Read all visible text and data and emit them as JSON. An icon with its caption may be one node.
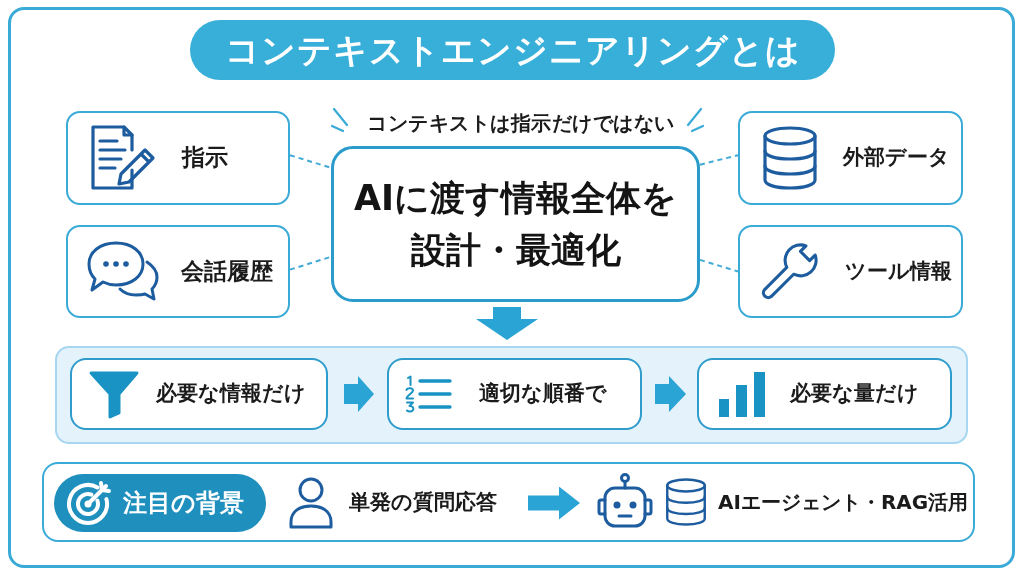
{
  "diagram": {
    "title": "コンテキストエンジニアリングとは",
    "nodes": [
      {
        "text": [
          "指示"
        ]
      },
      {
        "text": [
          "会話履歴"
        ]
      },
      {
        "text": [
          "AIに渡す情報全体を設計・最適化"
        ],
        "beside": [
          "コンテキストは指示だけではない"
        ]
      },
      {
        "text": [
          "外部データ"
        ]
      },
      {
        "text": [
          "ツール情報"
        ]
      },
      {
        "text": [],
        "shape": "box"
      },
      {
        "text": [
          "必要な情報だけ"
        ],
        "in": 5
      },
      {
        "text": [
          "適切な順番で"
        ],
        "in": 5
      },
      {
        "text": [
          "必要な量だけ"
        ],
        "in": 5
      },
      {
        "text": [],
        "shape": "box"
      },
      {
        "text": [
          "注目の背景"
        ],
        "in": 9
      },
      {
        "text": [
          "単発の質問応答"
        ],
        "in": 9
      },
      {
        "text": [
          "AIエージェント・RAG活用"
        ],
        "in": 9
      }
    ],
    "edges": [
      {
        "from": 0,
        "to": 2,
        "arrow": "none",
        "style": "dashed"
      },
      {
        "from": 1,
        "to": 2,
        "arrow": "none",
        "style": "dashed"
      },
      {
        "from": 2,
        "to": 3,
        "arrow": "none",
        "style": "dashed"
      },
      {
        "from": 2,
        "to": 4,
        "arrow": "none",
        "style": "dashed"
      },
      {
        "from": 2,
        "to": 5,
        "arrow": "to"
      },
      {
        "from": 6,
        "to": 7,
        "arrow": "to"
      },
      {
        "from": 7,
        "to": 8,
        "arrow": "to"
      },
      {
        "from": 11,
        "to": 12,
        "arrow": "to"
      }
    ]
  }
}
